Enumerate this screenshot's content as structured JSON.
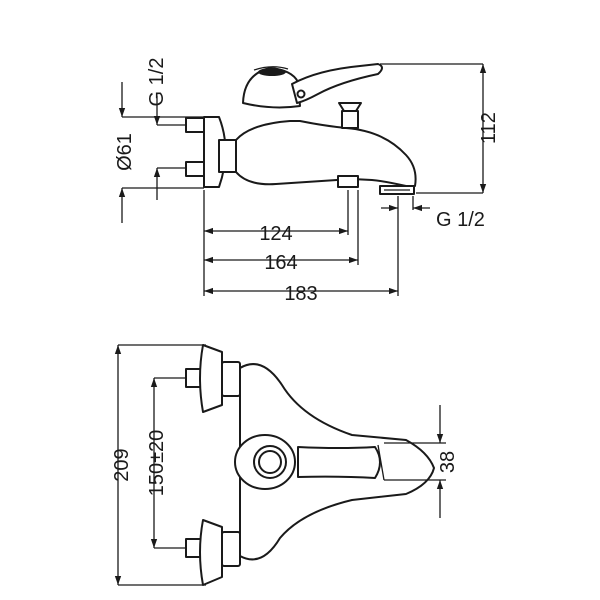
{
  "side_view": {
    "labels": {
      "thread_left": "G 1/2",
      "diameter": "Ø61",
      "height": "112",
      "thread_right": "G 1/2",
      "dim_124": "124",
      "dim_164": "164",
      "dim_183": "183"
    }
  },
  "top_view": {
    "labels": {
      "total_width": "209",
      "centers": "150±20",
      "handle": "38"
    }
  },
  "colors": {
    "line": "#1a1a1a",
    "background": "#ffffff"
  }
}
